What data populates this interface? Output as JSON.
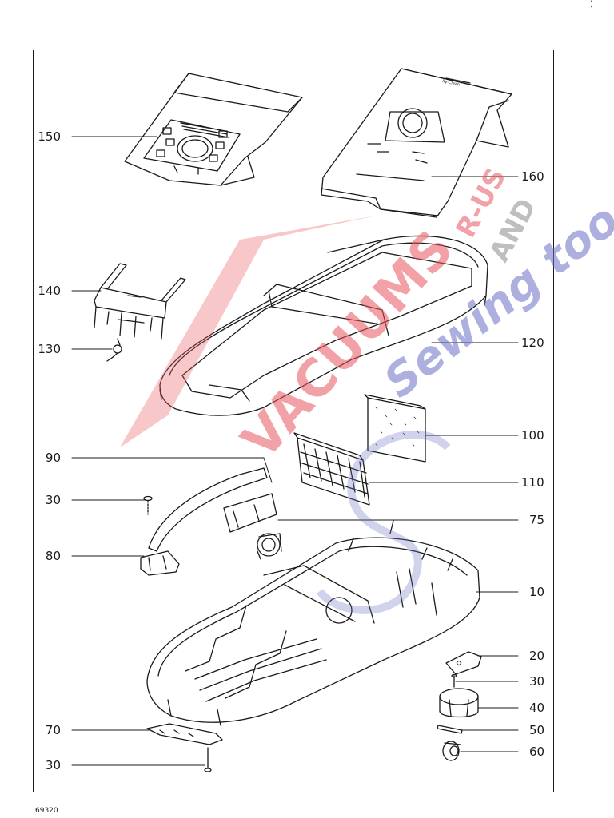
{
  "diagram": {
    "labels_left": [
      "150",
      "140",
      "130",
      "90",
      "30",
      "80",
      "70",
      "30"
    ],
    "labels_right": [
      "160",
      "120",
      "100",
      "110",
      "75",
      "10",
      "20",
      "30",
      "40",
      "50",
      "60"
    ],
    "bag_brand_text": "Ry-Clean"
  },
  "document_number": "69320",
  "corner_mark": ")",
  "watermark": {
    "line1": "VACUUMS",
    "line2": "R-US",
    "line3": "AND",
    "line4": "Sewing too",
    "colors": {
      "red": "#e8555e",
      "blue": "#6a6fc4",
      "gray": "#9a9a9a"
    }
  }
}
